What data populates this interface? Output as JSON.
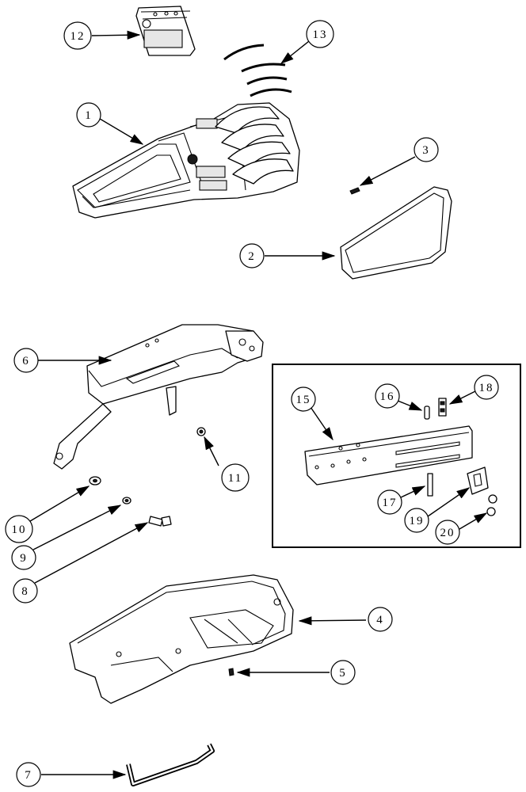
{
  "callouts": [
    {
      "id": "c1",
      "label": "1"
    },
    {
      "id": "c2",
      "label": "2"
    },
    {
      "id": "c3",
      "label": "3"
    },
    {
      "id": "c4",
      "label": "4"
    },
    {
      "id": "c5",
      "label": "5"
    },
    {
      "id": "c6",
      "label": "6"
    },
    {
      "id": "c7",
      "label": "7"
    },
    {
      "id": "c8",
      "label": "8"
    },
    {
      "id": "c9",
      "label": "9"
    },
    {
      "id": "c10",
      "label": "10"
    },
    {
      "id": "c11",
      "label": "11"
    },
    {
      "id": "c12",
      "label": "12"
    },
    {
      "id": "c13",
      "label": "13"
    },
    {
      "id": "c15",
      "label": "15"
    },
    {
      "id": "c16",
      "label": "16"
    },
    {
      "id": "c17",
      "label": "17"
    },
    {
      "id": "c18",
      "label": "18"
    },
    {
      "id": "c19",
      "label": "19"
    },
    {
      "id": "c20",
      "label": "20"
    }
  ],
  "colors": {
    "line": "#000000",
    "background": "#ffffff"
  }
}
